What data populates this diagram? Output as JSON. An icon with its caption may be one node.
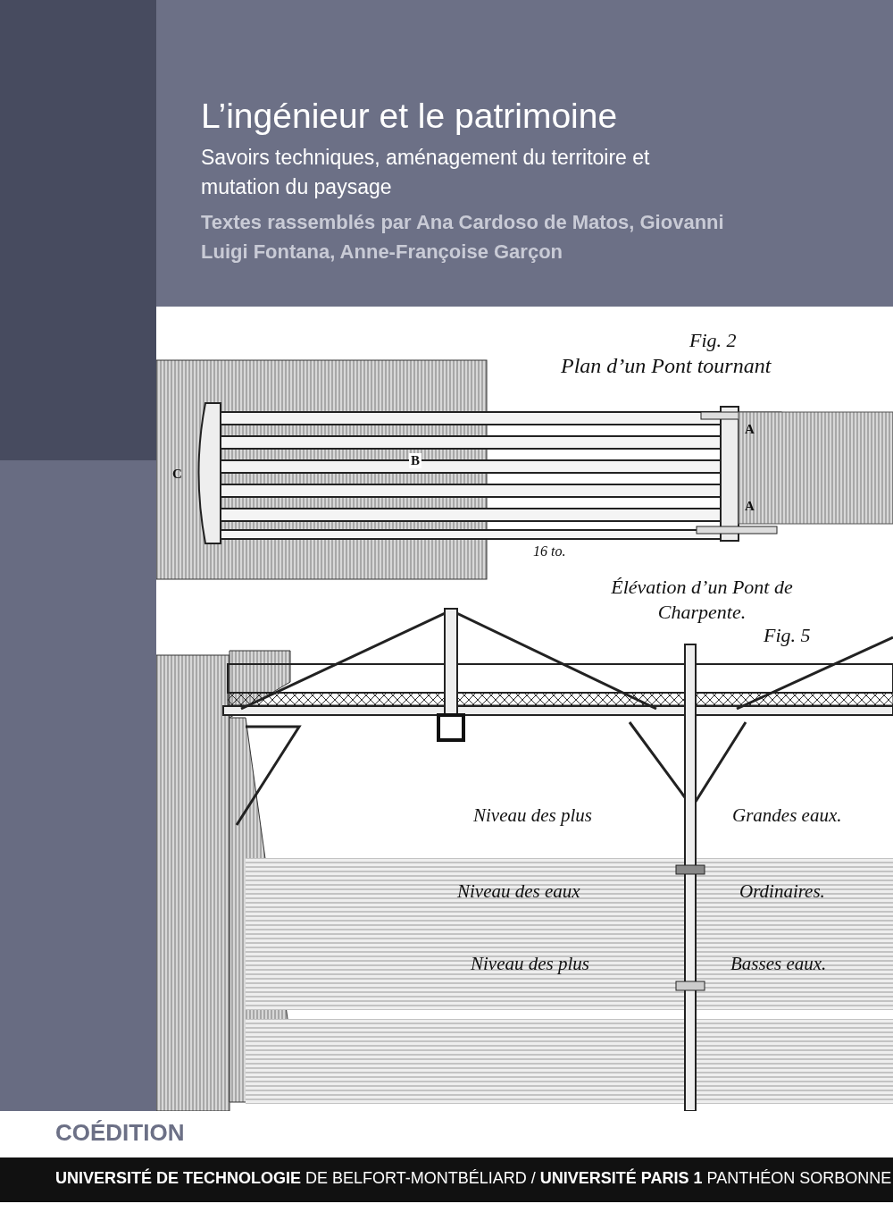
{
  "diagram": {
    "title": "L’ingénieur et le patrimoine",
    "labels": [
      "Savoirs techniques, aménagement du territoire et mutation du paysage",
      "Textes rassemblés par Ana Cardoso de Matos, Giovanni Luigi Fontana, Anne-Françoise Garçon",
      "Fig. 2",
      "Plan d’un Pont tournant",
      "C",
      "B",
      "A",
      "A",
      "16 to.",
      "Élévation d’un Pont de Charpente.",
      "Fig. 5",
      "Niveau des plus",
      "Grandes eaux.",
      "Niveau des eaux",
      "Ordinaires.",
      "Niveau des plus",
      "Basses eaux.",
      "COÉDITION",
      "**UNIVERSITÉ DE TECHNOLOGIE** DE BELFORT-MONTBÉLIARD / **UNIVERSITÉ PARIS 1** PANTHÉON SORBONNE"
    ]
  }
}
